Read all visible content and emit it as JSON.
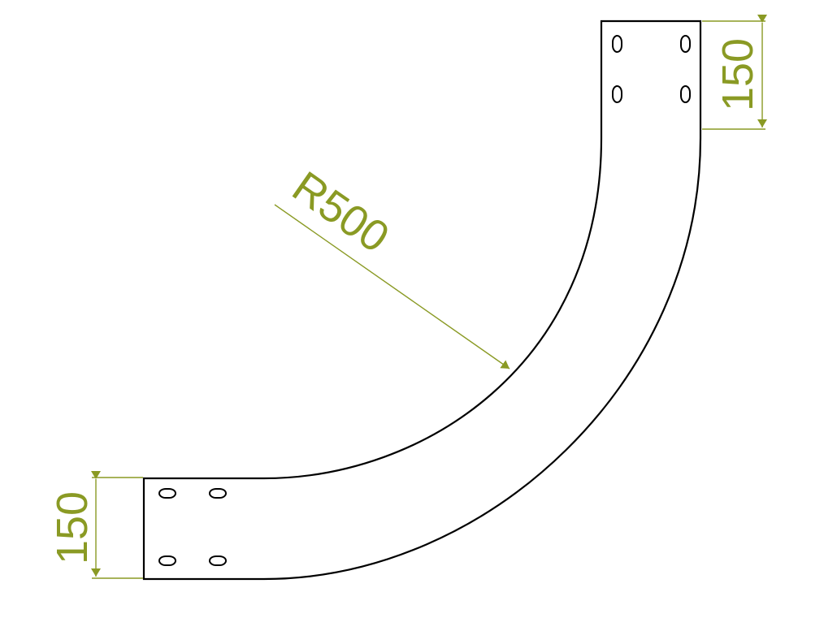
{
  "drawing": {
    "radius_label": "R500",
    "width_top_label": "150",
    "width_left_label": "150",
    "hole_count_per_plate": 4
  },
  "colors": {
    "outline": "#000000",
    "dimension": "#8a9a24",
    "background": "#ffffff"
  }
}
